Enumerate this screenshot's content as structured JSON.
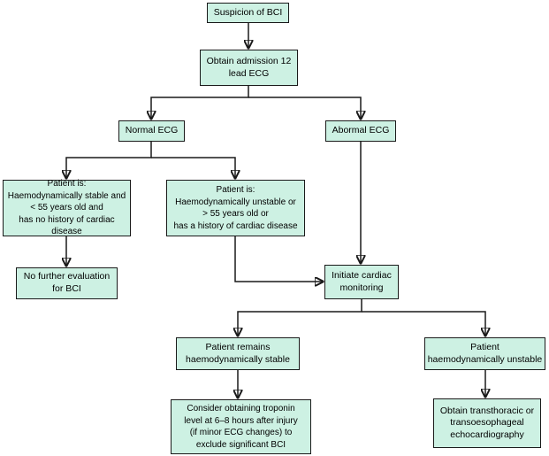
{
  "colors": {
    "node_fill": "#cdf1e3",
    "node_border": "#1a1a1a",
    "connector": "#1a1a1a",
    "background": "#ffffff",
    "text": "#000000"
  },
  "flowchart": {
    "description": "Clinical decision flowchart for suspected blunt cardiac injury (BCI)",
    "nodes": {
      "suspicion": {
        "label": "Suspicion of BCI"
      },
      "admission_ecg": {
        "label": "Obtain admission 12\nlead ECG"
      },
      "normal_ecg": {
        "label": "Normal ECG"
      },
      "abnormal_ecg": {
        "label": "Abormal ECG"
      },
      "stable_patient": {
        "label": "Patient is:\nHaemodynamically stable and\n< 55 years old and\nhas no history of cardiac disease"
      },
      "unstable_patient": {
        "label": "Patient is:\nHaemodynamically unstable or\n> 55 years old or\nhas a history of cardiac disease"
      },
      "no_further_eval": {
        "label": "No further evaluation\nfor BCI"
      },
      "initiate_monitoring": {
        "label": "Initiate cardiac\nmonitoring"
      },
      "remains_stable": {
        "label": "Patient remains\nhaemodynamically stable"
      },
      "haemo_unstable": {
        "label": "Patient\nhaemodynamically unstable"
      },
      "troponin": {
        "label": "Consider obtaining troponin\nlevel at 6–8 hours after injury\n(if minor ECG changes) to\nexclude significant BCI"
      },
      "echo": {
        "label": "Obtain transthoracic or\ntransoesophageal\nechocardiography"
      }
    }
  }
}
